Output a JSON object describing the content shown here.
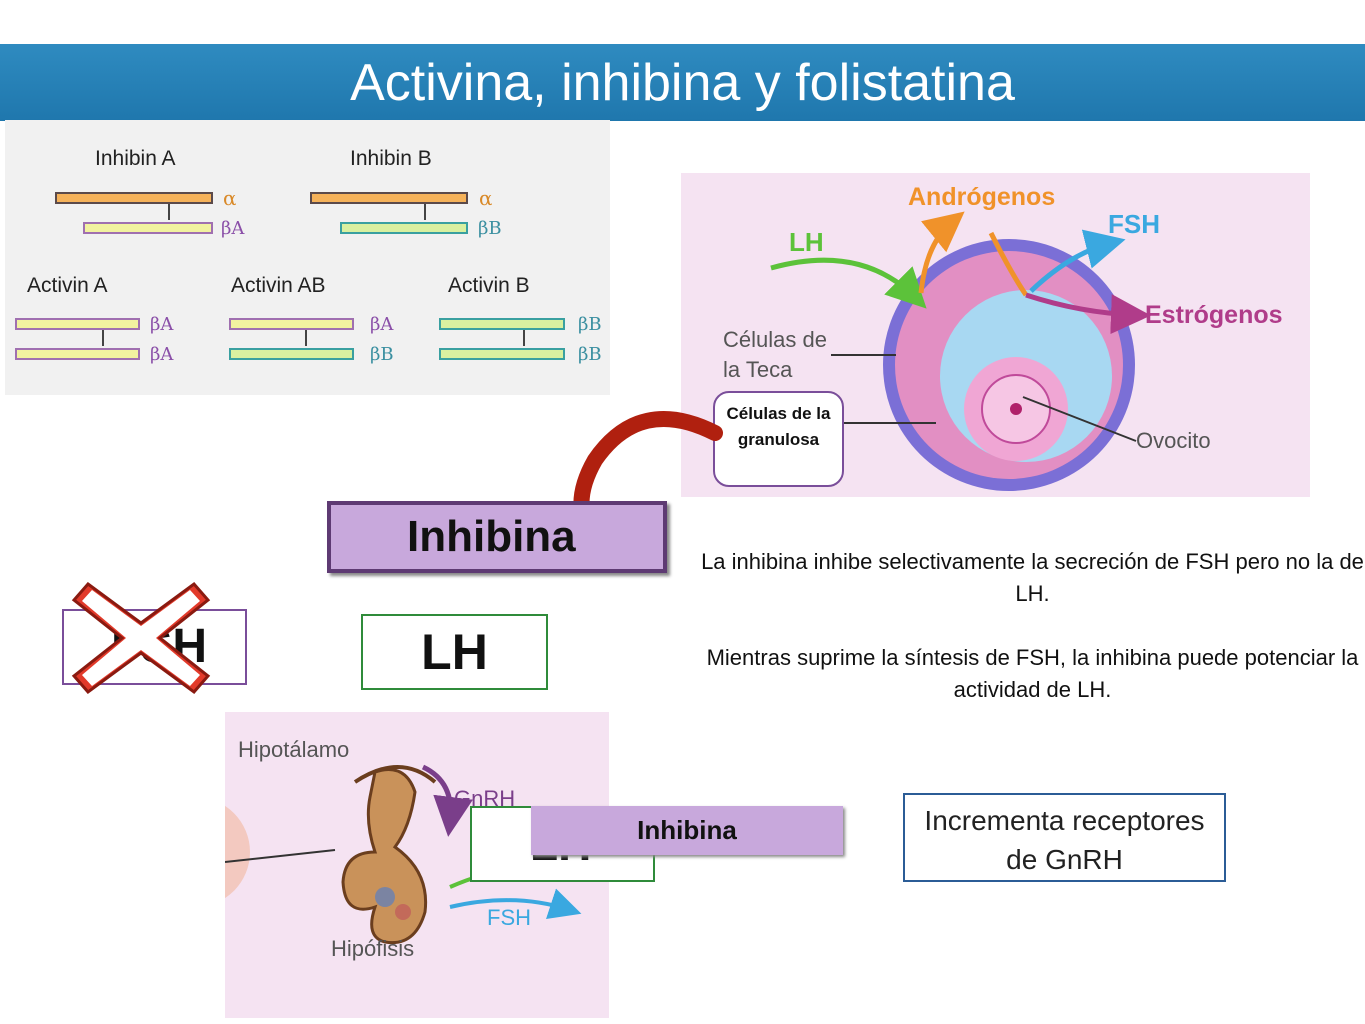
{
  "slide": {
    "title": "Activina, inhibina y folistatina"
  },
  "dimer_panel": {
    "inhibin_a": {
      "name": "Inhibin A",
      "top_subunit": "α",
      "bottom_subunit": "βA"
    },
    "inhibin_b": {
      "name": "Inhibin B",
      "top_subunit": "α",
      "bottom_subunit": "βB"
    },
    "activin_a": {
      "name": "Activin A",
      "top_subunit": "βA",
      "bottom_subunit": "βA"
    },
    "activin_ab": {
      "name": "Activin AB",
      "top_subunit": "βA",
      "bottom_subunit": "βB"
    },
    "activin_b": {
      "name": "Activin B",
      "top_subunit": "βB",
      "bottom_subunit": "βB"
    }
  },
  "follicle_panel": {
    "androgens": "Andrógenos",
    "lh": "LH",
    "fsh": "FSH",
    "estrogens": "Estrógenos",
    "theca_cells": "Células de la Teca",
    "oocyte": "Ovocito",
    "granulosa_cells": "Células de la granulosa"
  },
  "labels": {
    "inhibina_big": "Inhibina",
    "fsh": "FSH",
    "lh": "LH",
    "lh_lower": "LH",
    "inhibina_small": "Inhibina"
  },
  "description": {
    "paragraph1": "La inhibina inhibe selectivamente la secreción de FSH pero no la de LH.",
    "paragraph2": "Mientras suprime la síntesis de FSH, la inhibina puede potenciar la actividad de LH."
  },
  "receptor_box": {
    "text": "Incrementa receptores de GnRH"
  },
  "pituitary_panel": {
    "hypothalamus": "Hipotálamo",
    "gnrh": "GnRH",
    "pituitary": "Hipófisis",
    "fsh": "FSH"
  },
  "colors": {
    "title_bar": "#2283b9",
    "inhibina_box": "#c8a8dc",
    "inhibina_border": "#5e3a73",
    "arrow_red": "#b0200f",
    "cross_red": "#e23a2a",
    "lh_green": "#2f8b3a"
  }
}
